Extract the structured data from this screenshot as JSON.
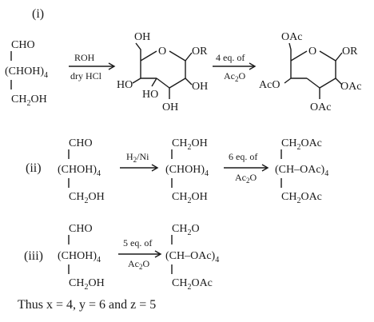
{
  "reactions": [
    {
      "label": "(i)",
      "reactant": {
        "top": "CHO",
        "mid": "(CHOH)",
        "mid_sub": "4",
        "bottom": "CH",
        "bottom_sub": "2",
        "bottom_tail": "OH"
      },
      "arrow1": {
        "above": "ROH",
        "below": "dry HCl"
      },
      "ring1": {
        "top_sub": "OH",
        "anomeric": "R",
        "oh_left": "HO",
        "oh_left_tail": "HO",
        "oh_bottom_left": "OH",
        "oh_right": "OH"
      },
      "arrow2": {
        "above": "4 eq. of",
        "below_main": "Ac",
        "below_sub": "2",
        "below_tail": "O"
      },
      "ring2": {
        "top_sub": "OAc",
        "anomeric": "R",
        "left": "AcO",
        "right": "OAc",
        "bottom": "OAc"
      }
    },
    {
      "label": "(ii)",
      "reactant": {
        "top": "CHO",
        "mid": "(CHOH)",
        "mid_sub": "4",
        "bottom": "CH",
        "bottom_sub": "2",
        "bottom_tail": "OH"
      },
      "arrow1": {
        "above_main": "H",
        "above_sub": "2",
        "above_tail": "/Ni"
      },
      "intermediate": {
        "top": "CH",
        "top_sub": "2",
        "top_tail": "OH",
        "mid": "(CHOH)",
        "mid_sub": "4",
        "bottom": "CH",
        "bottom_sub": "2",
        "bottom_tail": "OH"
      },
      "arrow2": {
        "above": "6 eq. of",
        "below_main": "Ac",
        "below_sub": "2",
        "below_tail": "O"
      },
      "product": {
        "top": "CH",
        "top_sub": "2",
        "top_tail": "OAc",
        "mid": "(CH–OAc)",
        "mid_sub": "4",
        "bottom": "CH",
        "bottom_sub": "2",
        "bottom_tail": "OAc"
      }
    },
    {
      "label": "(iii)",
      "reactant": {
        "top": "CHO",
        "mid": "(CHOH)",
        "mid_sub": "4",
        "bottom": "CH",
        "bottom_sub": "2",
        "bottom_tail": "OH"
      },
      "arrow1": {
        "above": "5 eq. of",
        "below_main": "Ac",
        "below_sub": "2",
        "below_tail": "O"
      },
      "product": {
        "top": "CH",
        "top_sub": "2",
        "top_tail": "O",
        "mid": "(CH–OAc)",
        "mid_sub": "4",
        "bottom": "CH",
        "bottom_sub": "2",
        "bottom_tail": "OAc"
      }
    }
  ],
  "conclusion": "Thus x = 4, y = 6 and z = 5"
}
